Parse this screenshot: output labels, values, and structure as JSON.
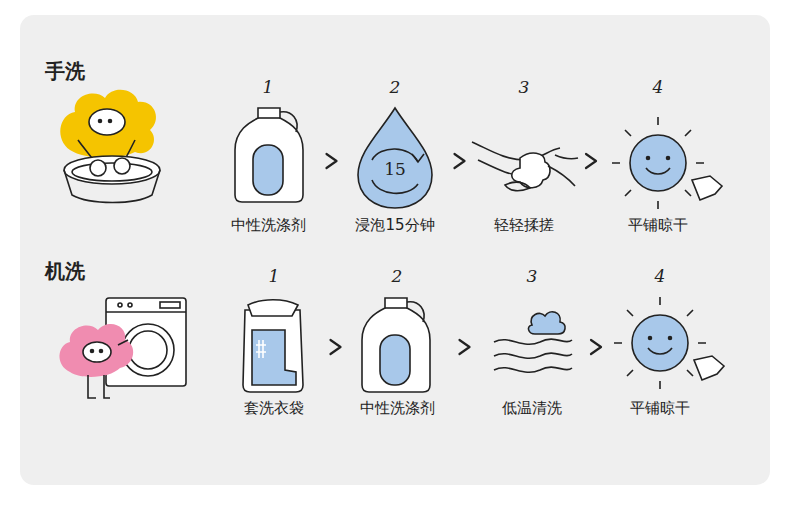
{
  "diagram": {
    "nodes": [
      {
        "text": [
          "1",
          "中性洗涤剂"
        ]
      },
      {
        "text": [
          "2",
          "15",
          "浸泡15分钟"
        ]
      },
      {
        "text": [
          "3",
          "轻轻揉搓"
        ]
      },
      {
        "text": [
          "4",
          "平铺晾干"
        ]
      },
      {
        "text": [
          "1",
          "套洗衣袋"
        ]
      },
      {
        "text": [
          "2",
          "中性洗涤剂"
        ]
      },
      {
        "text": [
          "3",
          "低温清洗"
        ]
      },
      {
        "text": [
          "4",
          "平铺晾干"
        ]
      }
    ],
    "edges": [
      {
        "from": 0,
        "to": 1,
        "arrow": "to"
      },
      {
        "from": 1,
        "to": 2,
        "arrow": "to"
      },
      {
        "from": 2,
        "to": 3,
        "arrow": "to"
      },
      {
        "from": 4,
        "to": 5,
        "arrow": "to"
      },
      {
        "from": 5,
        "to": 6,
        "arrow": "to"
      },
      {
        "from": 6,
        "to": 7,
        "arrow": "to"
      }
    ],
    "labels": [
      "手洗",
      "机洗"
    ]
  }
}
